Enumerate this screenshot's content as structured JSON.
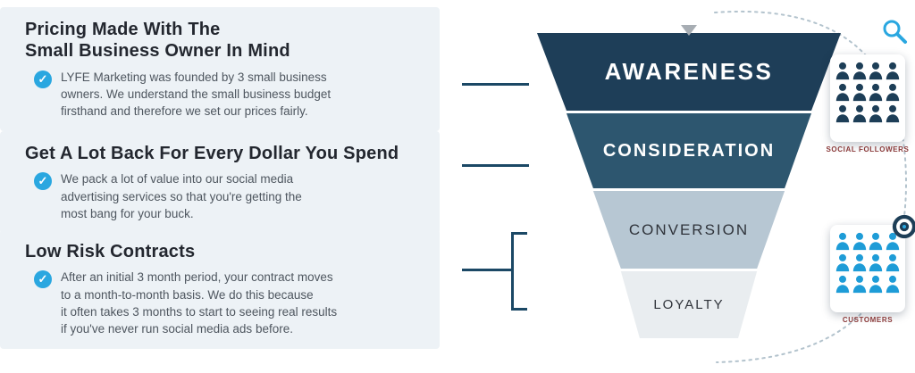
{
  "icons": {
    "check": "✓"
  },
  "cards": [
    {
      "title": "Pricing Made With The\nSmall Business Owner In Mind",
      "body": "LYFE Marketing was founded by 3 small business\nowners. We understand the small business budget\nfirsthand and therefore we set our prices fairly."
    },
    {
      "title": "Get A Lot Back For Every Dollar You Spend",
      "body": "We pack a lot of value into our social media\nadvertising services so that you're getting the\nmost bang for your buck."
    },
    {
      "title": "Low Risk Contracts",
      "body": "After an initial 3 month period, your contract moves\nto a month-to-month basis. We do this because\nit often takes 3 months to start to seeing real results\nif you've never run social media ads before."
    }
  ],
  "funnel": {
    "stages": [
      {
        "label": "AWARENESS",
        "color": "#1e3e58",
        "text_color": "#ffffff"
      },
      {
        "label": "CONSIDERATION",
        "color": "#2d566f",
        "text_color": "#ffffff"
      },
      {
        "label": "CONVERSION",
        "color": "#b7c7d3",
        "text_color": "#2f333a"
      },
      {
        "label": "LOYALTY",
        "color": "#e9edf0",
        "text_color": "#2f333a"
      }
    ]
  },
  "right_rail": {
    "followers_label": "SOCIAL FOLLOWERS",
    "customers_label": "CUSTOMERS",
    "followers_icon_color": "#1d3e57",
    "customers_icon_color": "#1e9cd7"
  },
  "colors": {
    "card_background": "#edf2f6",
    "check_circle": "#2aa7e0",
    "connector": "#1b4865",
    "dotted_arc": "#b3c3cd",
    "label_text": "#8a3a3a"
  }
}
